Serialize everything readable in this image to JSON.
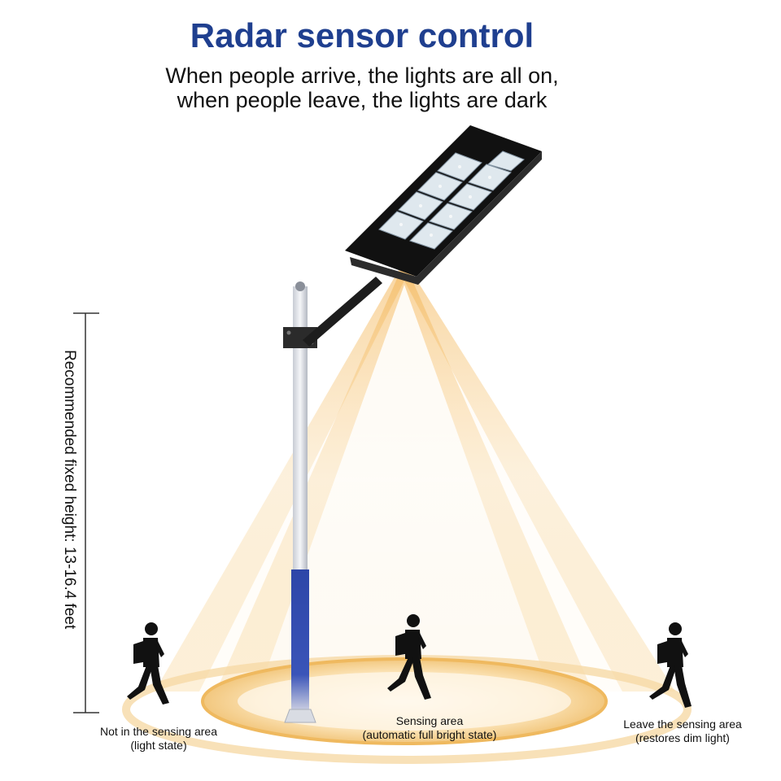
{
  "header": {
    "title": "Radar sensor control",
    "subtitle_line1": "When people arrive, the lights are all on,",
    "subtitle_line2": "when people leave, the lights are dark"
  },
  "height_label": "Recommended fixed height: 13-16.4 feet",
  "states": [
    {
      "line1": "Not in the sensing area",
      "line2": "(light state)"
    },
    {
      "line1": "Sensing area",
      "line2": "(automatic full bright state)"
    },
    {
      "line1": "Leave the sensing area",
      "line2": "(restores dim light)"
    }
  ],
  "colors": {
    "title": "#1f3f8f",
    "light_beam": "#f5c77a",
    "pole_base": "#2d46a8",
    "lamp_body": "#1a1a1a"
  },
  "icons": [
    "street-lamp-icon",
    "walking-person-icon",
    "height-dimension-icon"
  ]
}
